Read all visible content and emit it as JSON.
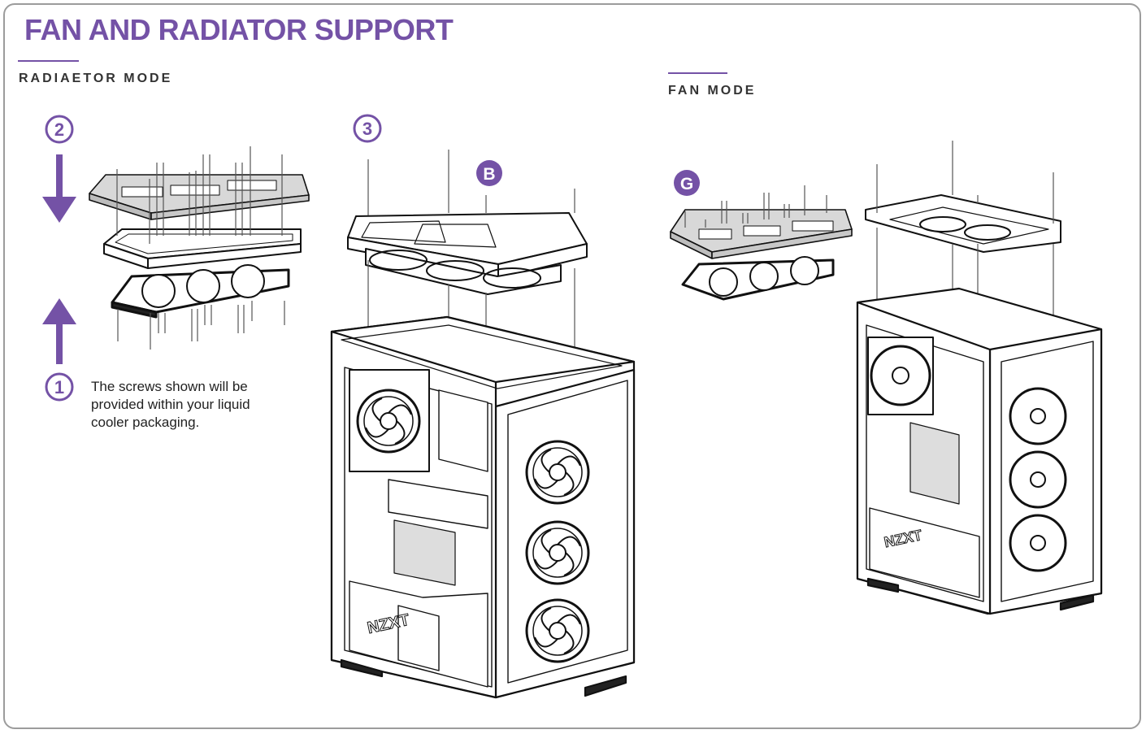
{
  "title": "FAN AND RADIATOR SUPPORT",
  "sections": {
    "radiator": {
      "label": "RADIAETOR MODE"
    },
    "fan": {
      "label": "FAN MODE"
    }
  },
  "steps": {
    "one": "1",
    "two": "2",
    "three": "3"
  },
  "callouts": {
    "b": "B",
    "g": "G"
  },
  "note": "The screws shown will be provided within your liquid cooler packaging.",
  "brand": "NZXT",
  "colors": {
    "accent": "#7452a6",
    "line": "#1a1a1a",
    "bracket_fill": "#d8d8d8"
  }
}
